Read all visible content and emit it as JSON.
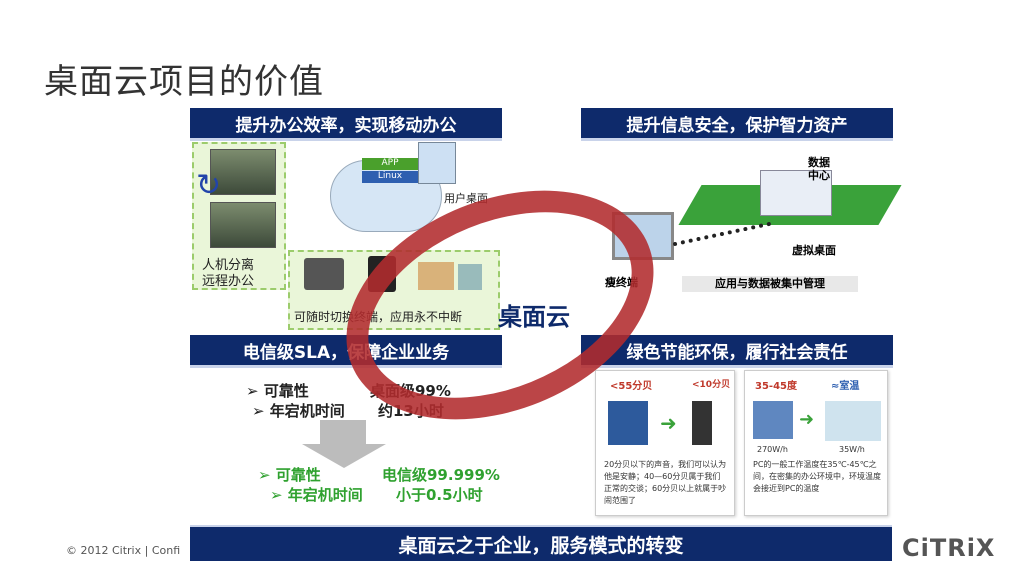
{
  "slide_title": "桌面云项目的价值",
  "panels": {
    "top_left_header": "提升办公效率，实现移动办公",
    "top_right_header": "提升信息安全，保护智力资产",
    "bottom_left_header": "电信级SLA，保障企业业务",
    "bottom_right_header": "绿色节能环保，履行社会责任"
  },
  "top_left": {
    "bullet1": "人机分离",
    "bullet2": "远程办公",
    "app_label": "APP",
    "linux_label": "Linux",
    "user_desktop": "用户桌面",
    "switch_note": "可随时切换终端，应用永不中断"
  },
  "top_right": {
    "data_center": "数据\n中心",
    "virtual_desktop": "虚拟桌面",
    "thin_client": "瘦终端",
    "managed": "应用与数据被集中管理"
  },
  "bottom_left": {
    "reliability": "➢ 可靠性",
    "reliability_value": "桌面级99%",
    "downtime": "➢ 年宕机时间",
    "downtime_value": "约13小时",
    "reliability2": "➢ 可靠性",
    "reliability2_value": "电信级99.999%",
    "downtime2": "➢ 年宕机时间",
    "downtime2_value": "小于0.5小时"
  },
  "bottom_right": {
    "noise_left": "<55分贝",
    "noise_right": "<10分贝",
    "temp_left": "35-45度",
    "temp_right": "≈室温",
    "power_left": "270W/h",
    "power_right": "35W/h",
    "noise_desc": "20分贝以下的声音，我们可以认为他是安静；40—60分贝属于我们正常的交谈；60分贝以上就属于吵闹范围了",
    "temp_desc": "PC的一般工作温度在35℃-45℃之间，在密集的办公环境中，环境温度会接近到PC的温度"
  },
  "center_label": "桌面云",
  "bottom_bar": "桌面云之于企业，服务模式的转变",
  "footer": "© 2012 Citrix | Confi",
  "logo": "CiTRiX",
  "colors": {
    "header_bg": "#0e2a6b",
    "ring": "#b22b2e",
    "green": "#2fa12f"
  }
}
